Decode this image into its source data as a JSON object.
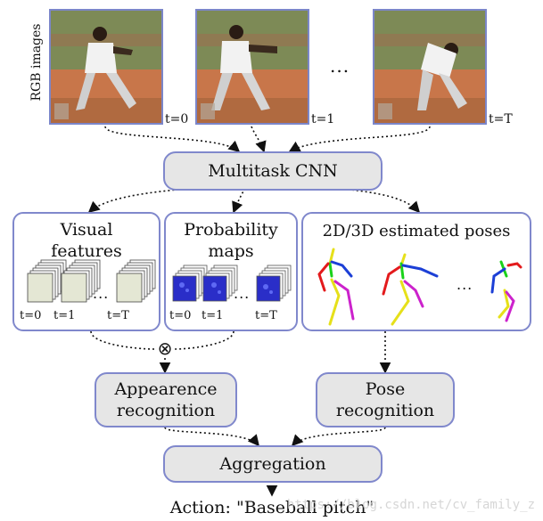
{
  "rgb_label": "RGB images",
  "frames": [
    {
      "time": "t=0"
    },
    {
      "time": "t=1"
    },
    {
      "time": "t=T"
    }
  ],
  "frames_ellipsis": "...",
  "cnn": {
    "label": "Multitask CNN"
  },
  "visual": {
    "title_line1": "Visual",
    "title_line2": "features",
    "times": [
      "t=0",
      "t=1",
      "t=T"
    ],
    "ellipsis": "..."
  },
  "prob": {
    "title_line1": "Probability",
    "title_line2": "maps",
    "times": [
      "t=0",
      "t=1",
      "t=T"
    ],
    "ellipsis": "..."
  },
  "poses": {
    "title": "2D/3D estimated poses",
    "ellipsis": "...",
    "colors": [
      "#e31a1c",
      "#1c3fd6",
      "#19d219",
      "#e6e01a",
      "#cc22cc"
    ]
  },
  "fusion": {
    "symbol": "⊗"
  },
  "appearance": {
    "line1": "Appearence",
    "line2": "recognition"
  },
  "pose": {
    "line1": "Pose",
    "line2": "recognition"
  },
  "aggregation": {
    "label": "Aggregation"
  },
  "action": {
    "label": "Action: \"Baseball pitch\""
  },
  "watermark": "https://blog.csdn.net/cv_family_z"
}
